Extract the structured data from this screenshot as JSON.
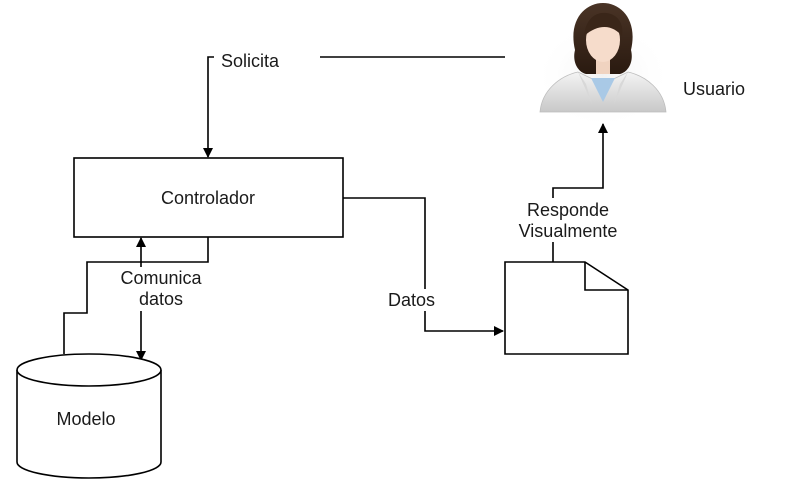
{
  "labels": {
    "solicita": "Solicita",
    "usuario": "Usuario",
    "controlador": "Controlador",
    "responde_line1": "Responde",
    "responde_line2": "Visualmente",
    "comunica_line1": "Comunica",
    "comunica_line2": "datos",
    "datos": "Datos",
    "modelo": "Modelo"
  },
  "icons": {
    "usuario": "user-avatar-icon",
    "documento": "document-icon",
    "modelo": "database-cylinder-icon"
  },
  "colors": {
    "stroke": "#000000",
    "background": "#ffffff",
    "text": "#1a1a1a"
  }
}
